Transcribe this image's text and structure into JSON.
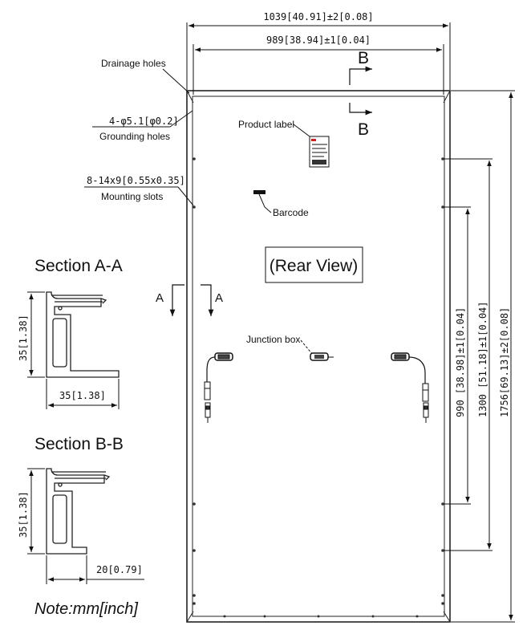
{
  "labels": {
    "drainage_holes": "Drainage holes",
    "grounding_spec": "4-φ5.1[φ0.2]",
    "grounding_holes": "Grounding holes",
    "mounting_spec": "8-14x9[0.55x0.35]",
    "mounting_slots": "Mounting slots",
    "product_label": "Product label",
    "barcode": "Barcode",
    "rear_view": "(Rear View)",
    "junction_box": "Junction box",
    "section_a": "Section A-A",
    "section_b": "Section B-B",
    "note": "Note:mm[inch]",
    "marker_a": "A",
    "marker_b": "B"
  },
  "dimensions": {
    "overall_width": "1039[40.91]±2[0.08]",
    "inner_width": "989[38.94]±1[0.04]",
    "height_990": "990 [38.98]±1[0.04]",
    "height_1300": "1300 [51.18]±1[0.04]",
    "height_1756": "1756[69.13]±2[0.08]",
    "section_a_height": "35[1.38]",
    "section_a_width": "35[1.38]",
    "section_b_height": "35[1.38]",
    "section_b_width": "20[0.79]"
  }
}
